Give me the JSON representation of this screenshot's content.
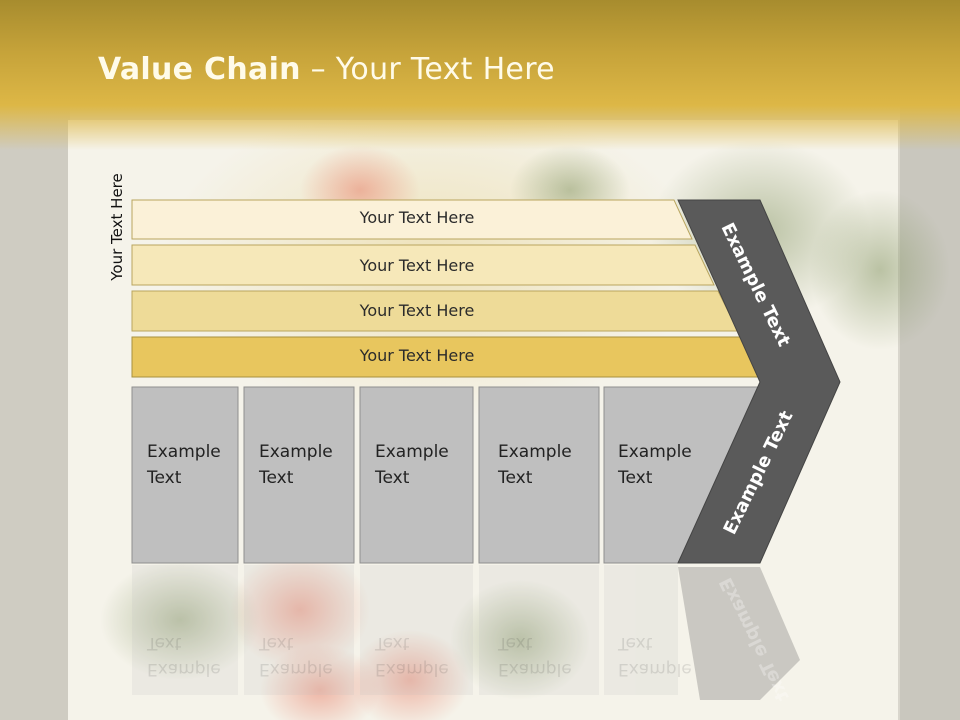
{
  "title": {
    "bold": "Value Chain",
    "rest": " – Your Text Here"
  },
  "side_label": "Your Text Here",
  "bars": [
    {
      "label": "Your Text Here"
    },
    {
      "label": "Your Text Here"
    },
    {
      "label": "Your Text Here"
    },
    {
      "label": "Your Text Here"
    }
  ],
  "boxes": [
    {
      "label": "Example\nText"
    },
    {
      "label": "Example\nText"
    },
    {
      "label": "Example\nText"
    },
    {
      "label": "Example\nText"
    },
    {
      "label": "Example\nText"
    }
  ],
  "chevron": {
    "upper": "Example Text",
    "lower": "Example Text"
  },
  "colors": {
    "title_band": "#c9a63c",
    "bar_1": "#fbf1d8",
    "bar_2": "#f6e8b9",
    "bar_3": "#eedb98",
    "bar_4": "#e8c65e",
    "box": "#bfbfbf",
    "chevron": "#5a5a5a"
  }
}
